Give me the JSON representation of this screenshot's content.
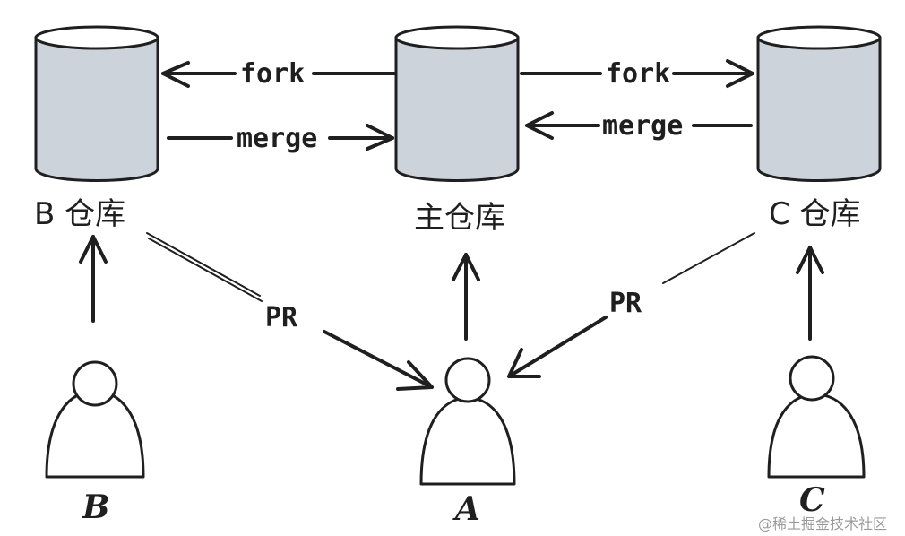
{
  "repositories": {
    "b_repo": {
      "label": "B 仓库"
    },
    "main_repo": {
      "label": "主仓库"
    },
    "c_repo": {
      "label": "C 仓库"
    }
  },
  "edges": {
    "fork_left": "fork",
    "merge_left": "merge",
    "fork_right": "fork",
    "merge_right": "merge",
    "pr_left": "PR",
    "pr_right": "PR"
  },
  "people": {
    "b": "B",
    "a": "A",
    "c": "C"
  },
  "watermark": "@稀土掘金技术社区",
  "colors": {
    "cylinder_fill": "#cdd3db",
    "stroke": "#1f1f1f",
    "background": "#ffffff"
  }
}
